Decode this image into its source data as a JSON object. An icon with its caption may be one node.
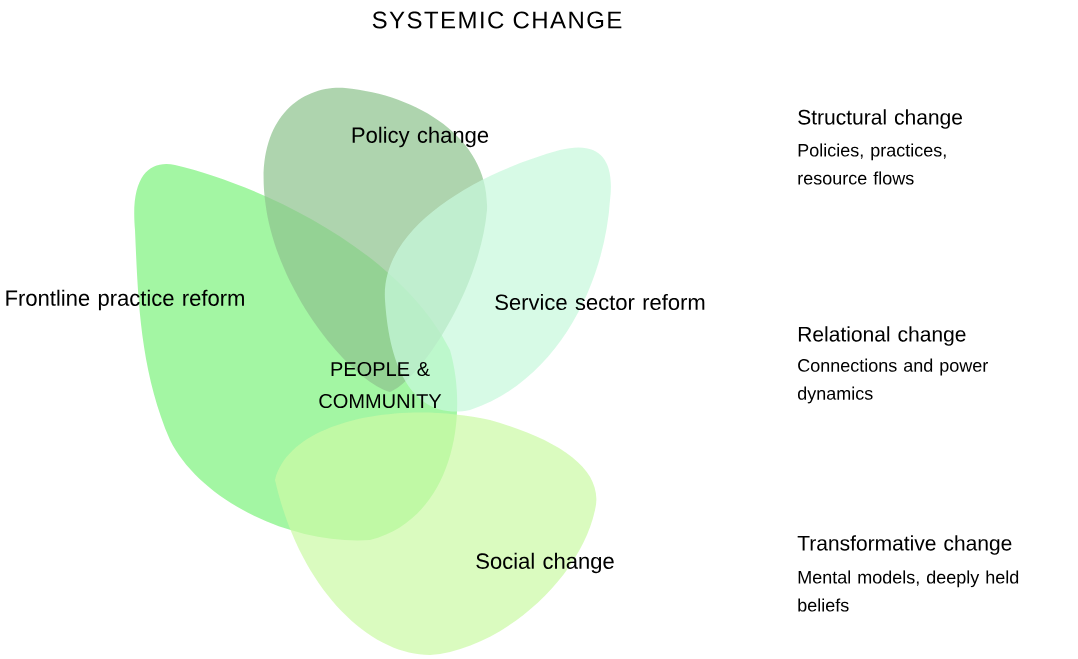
{
  "diagram": {
    "title": "SYSTEMIC CHANGE",
    "nodes": [
      {
        "text": [
          "Policy change"
        ]
      },
      {
        "text": [
          "Frontline practice reform"
        ]
      },
      {
        "text": [
          "Service sector reform"
        ]
      },
      {
        "text": [
          "Social change"
        ]
      }
    ],
    "labels": [
      "PEOPLE & COMMUNITY",
      "Structural change",
      "Policies, practices, resource flows",
      "Relational change",
      "Connections and power dynamics",
      "Transformative change",
      "Mental models, deeply held beliefs"
    ]
  }
}
